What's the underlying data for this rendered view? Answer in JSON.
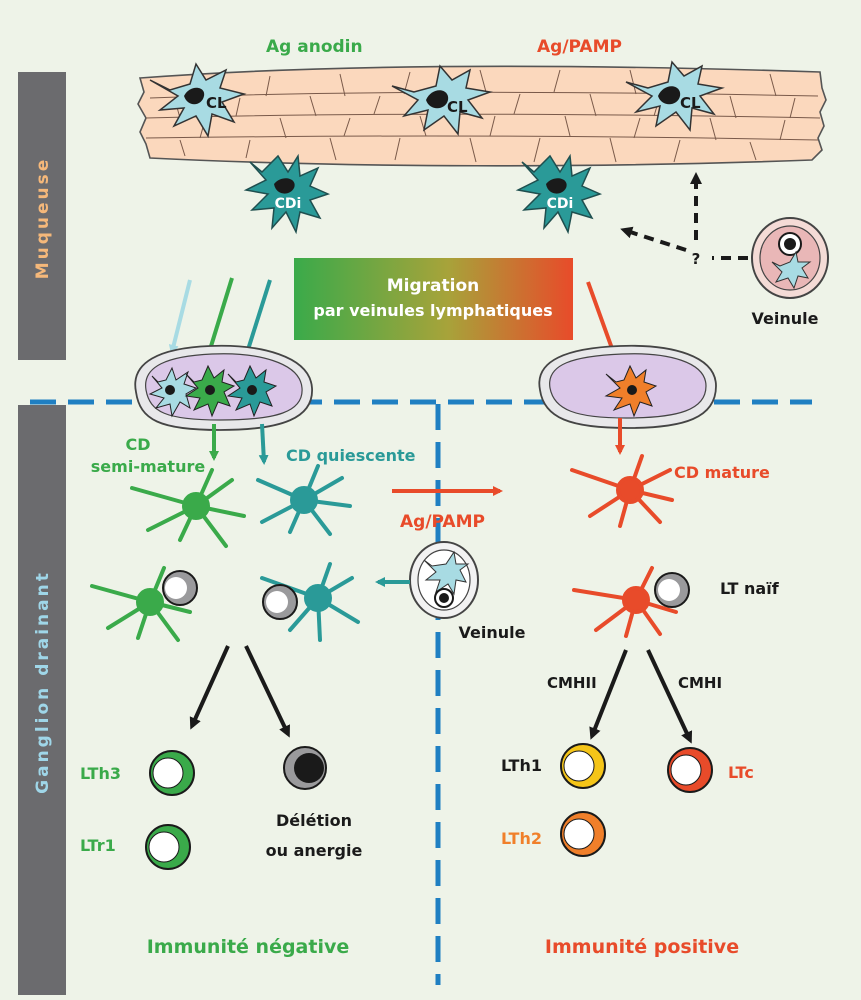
{
  "colors": {
    "background": "#eef3e8",
    "green": "#3aaa4a",
    "teal": "#2a9a98",
    "light_blue": "#a8dbe3",
    "red": "#e84b2a",
    "orange": "#f07f2a",
    "yellow": "#f5c518",
    "blue_dash": "#1f7fc2",
    "gray_band": "#6b6b6e",
    "mucosa_fill": "#fbd8bd",
    "lymph_fill": "#dbc8e8",
    "cell_dark": "#1a1a1a"
  },
  "labels": {
    "muqueuse": "Muqueuse",
    "ganglion": "Ganglion drainant",
    "ag_anodin": "Ag anodin",
    "ag_pamp_top": "Ag/PAMP",
    "cl": "CL",
    "cdi": "CDi",
    "question": "?",
    "veinule_top": "Veinule",
    "migration_line1": "Migration",
    "migration_line2": "par veinules lymphatiques",
    "cd_semi_line1": "CD",
    "cd_semi_line2": "semi-mature",
    "cd_quiescente": "CD quiescente",
    "cd_mature": "CD mature",
    "ag_pamp_mid": "Ag/PAMP",
    "veinule_mid": "Veinule",
    "lt_naif": "LT naïf",
    "cmhii": "CMHII",
    "cmhi": "CMHI",
    "lth3": "LTh3",
    "ltr1": "LTr1",
    "deletion_line1": "Délétion",
    "deletion_line2": "ou anergie",
    "lth1": "LTh1",
    "lth2": "LTh2",
    "ltc": "LTc",
    "immunite_negative": "Immunité négative",
    "immunite_positive": "Immunité positive"
  }
}
